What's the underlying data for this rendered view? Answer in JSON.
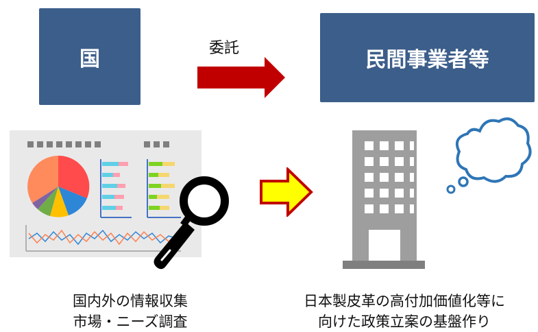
{
  "left_box": {
    "label": "国"
  },
  "right_box": {
    "label": "民間事業者等"
  },
  "arrow_label": "委託",
  "captions": {
    "left": [
      "国内外の情報収集",
      "市場・ニーズ調査"
    ],
    "right": [
      "日本製皮革の高付加価値化等に",
      "向けた政策立案の基盤作り"
    ]
  },
  "icons": {
    "red_arrow": "right-arrow-icon",
    "yellow_arrow": "right-arrow-icon",
    "report": "report-charts-icon",
    "magnifier": "magnifier-icon",
    "building": "office-building-icon",
    "thought": "thought-bubble-icon"
  },
  "colors": {
    "box_fill": "#3c5e8a",
    "red_arrow": "#c00000",
    "yellow_arrow": "#ffff00",
    "yellow_arrow_outline": "#c00000"
  }
}
